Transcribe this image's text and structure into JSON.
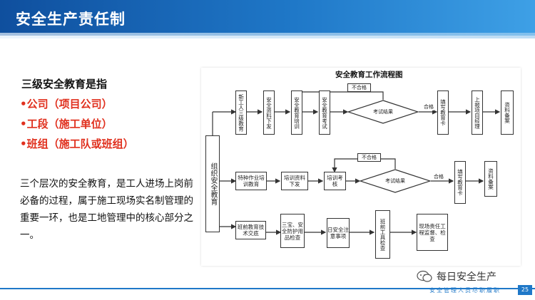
{
  "header": {
    "title": "安全生产责任制"
  },
  "left": {
    "heading": "三级安全教育是指",
    "items": [
      "•公司（项目公司）",
      "•工段（施工单位）",
      "•班组（施工队或班组）"
    ],
    "paragraph": "三个层次的安全教育，是工人进场上岗前必备的过程，属于施工现场实名制管理的重要一环，也是工地管理中的核心部分之一。"
  },
  "flow": {
    "title": "安全教育工作流程图",
    "org": "组织安全教育",
    "row1": {
      "b1": "新工人三级教育",
      "b2": "安全资料下发",
      "b3": "安全教育培训",
      "b4": "安全教育考试",
      "decision": "考试结果",
      "fail": "不合格",
      "pass": "合格",
      "b5": "填写教育卡",
      "b6": "上报项目经理",
      "b7": "资料备案"
    },
    "row2": {
      "b1": "特种作业培训教育",
      "b2": "培训资料下发",
      "b3": "培训考核",
      "decision": "考试结果",
      "fail": "不合格",
      "pass": "合格",
      "b4": "填写教育卡",
      "b5": "资料备案"
    },
    "row3": {
      "b1": "班前教育技术交底",
      "b2": "三宝、安全防护用品检查",
      "b3": "日安全注意事项",
      "b4": "班前工具检查",
      "b5": "现场责任工程监督、检查"
    }
  },
  "footer": {
    "watermark": "每日安全生产",
    "slogan": "安全管理人员尽职履职",
    "page": "25"
  },
  "colors": {
    "header": "#1f78c8",
    "accent_red": "#e0301e"
  }
}
